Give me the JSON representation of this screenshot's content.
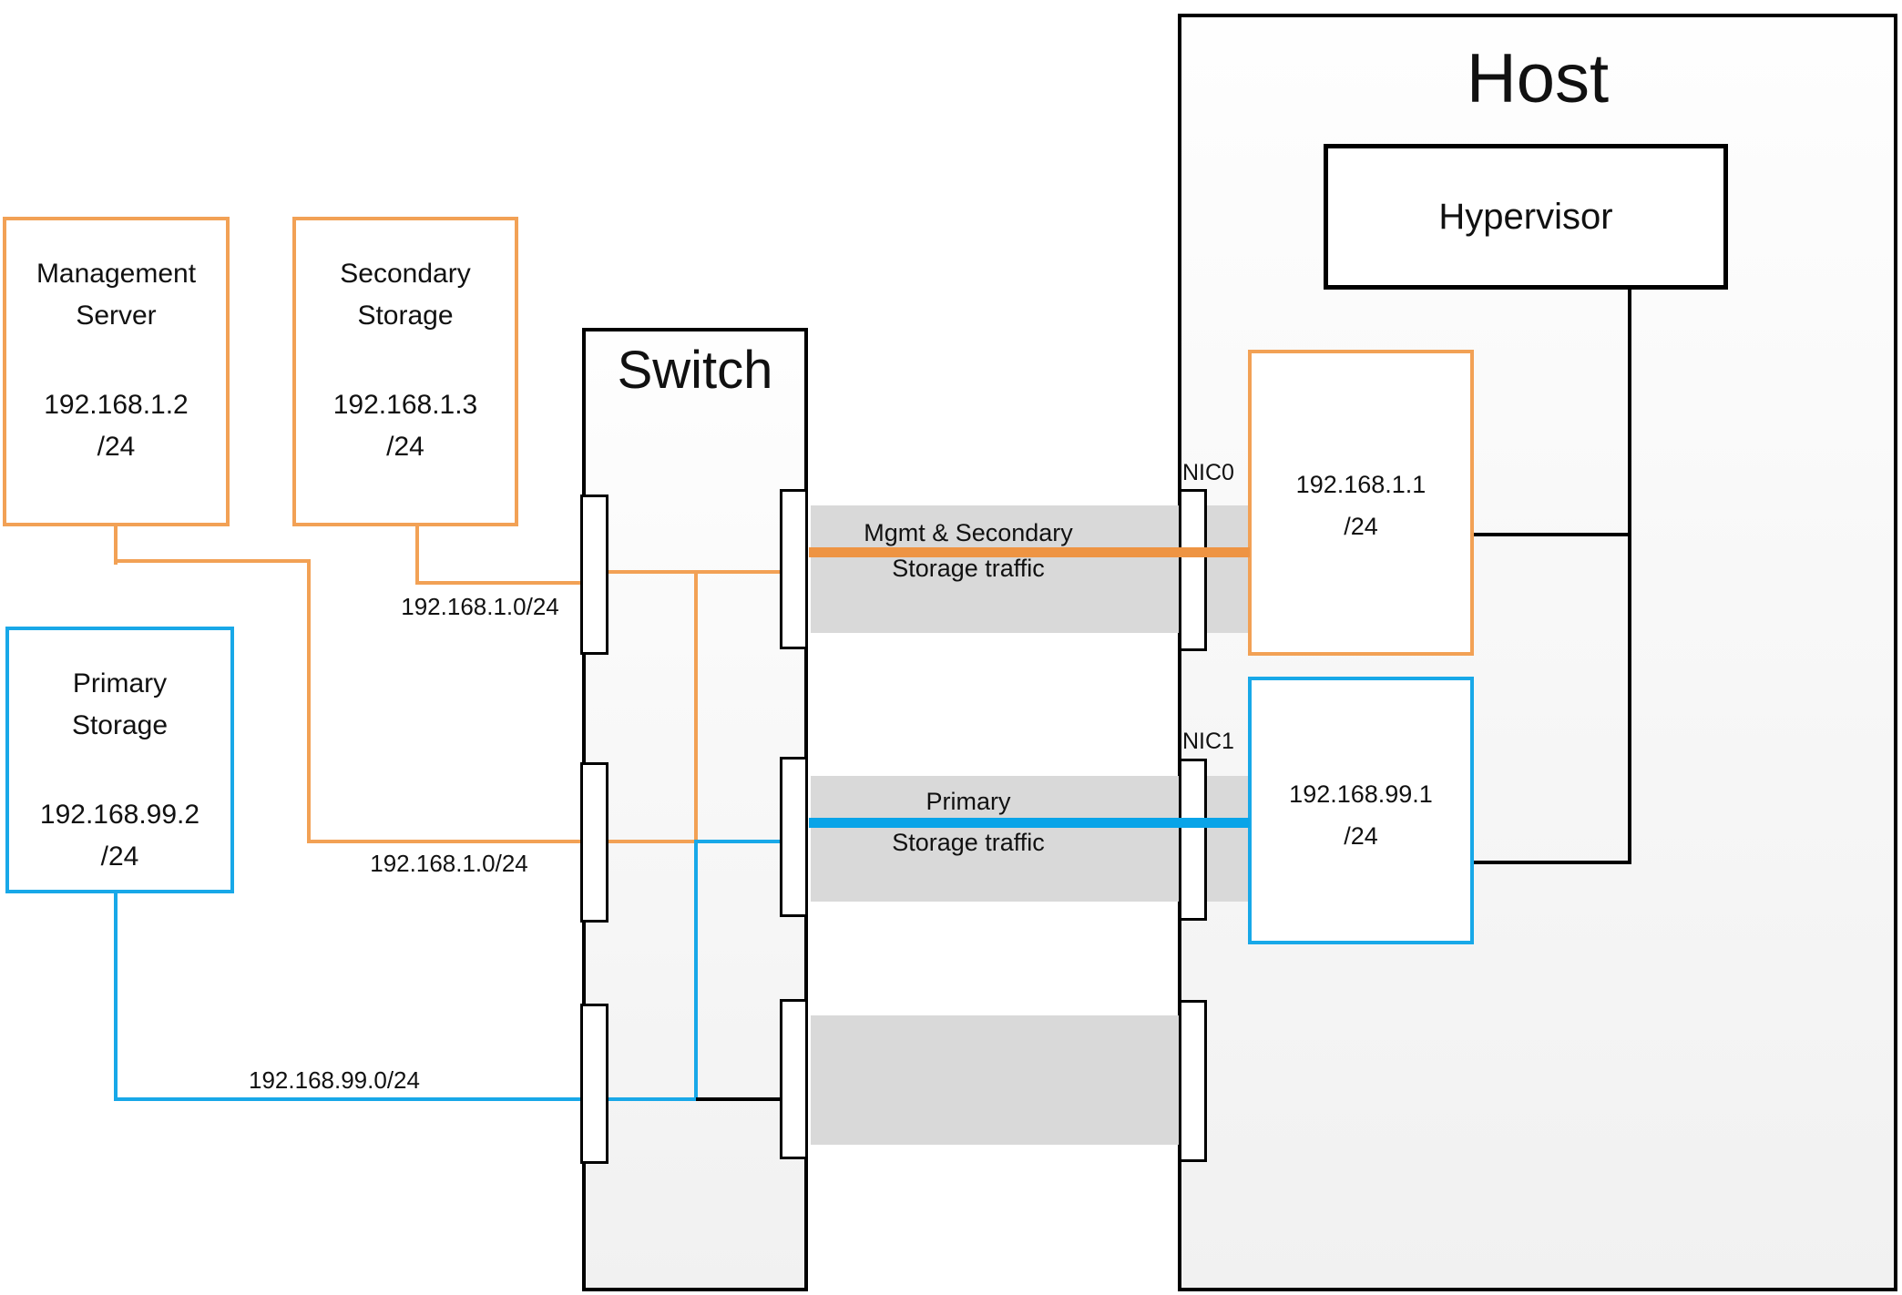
{
  "colors": {
    "orange": "#F2A155",
    "orange_traffic_line": "#EE9443",
    "blue": "#18A8E8",
    "blue_traffic_line": "#09A4E8",
    "band_gray": "#D9D9D9",
    "line_black": "#000000"
  },
  "nodes": {
    "management_server": {
      "name_line1": "Management",
      "name_line2": "Server",
      "ip": "192.168.1.2",
      "mask": "/24"
    },
    "secondary_storage": {
      "name_line1": "Secondary",
      "name_line2": "Storage",
      "ip": "192.168.1.3",
      "mask": "/24"
    },
    "primary_storage": {
      "name_line1": "Primary",
      "name_line2": "Storage",
      "ip": "192.168.99.2",
      "mask": "/24"
    },
    "switch": {
      "label": "Switch"
    },
    "host": {
      "label": "Host"
    },
    "hypervisor": {
      "label": "Hypervisor"
    },
    "nic0": {
      "label": "NIC0",
      "ip": "192.168.1.1",
      "mask": "/24"
    },
    "nic1": {
      "label": "NIC1",
      "ip": "192.168.99.1",
      "mask": "/24"
    }
  },
  "labels": {
    "subnet_mgmt_secondary_1": "192.168.1.0/24",
    "subnet_mgmt_secondary_2": "192.168.1.0/24",
    "subnet_primary": "192.168.99.0/24",
    "traffic_mgmt_line1": "Mgmt & Secondary",
    "traffic_mgmt_line2": "Storage traffic",
    "traffic_primary_line1": "Primary",
    "traffic_primary_line2": "Storage traffic"
  }
}
